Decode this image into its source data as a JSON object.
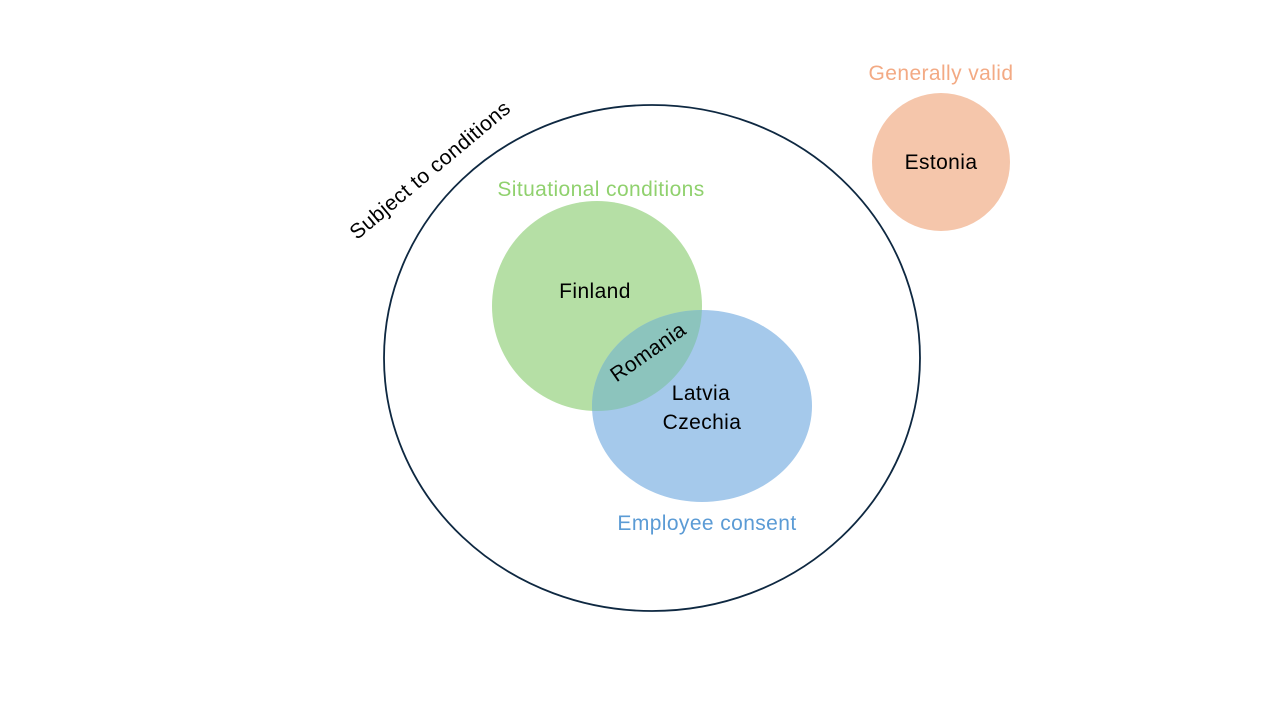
{
  "page": {
    "background": "#FFFFFF"
  },
  "diagram": {
    "type": "euler-venn",
    "outer": {
      "label": "Subject to conditions",
      "label_color": "#000000",
      "stroke": "#0E2841",
      "members_note": "contains situational, consent and overlap sets"
    },
    "situational": {
      "label": "Situational conditions",
      "label_color": "#90D16E",
      "fill": "#B5DFA5",
      "member": "Finland"
    },
    "consent": {
      "label": "Employee consent",
      "label_color": "#5B9BD5",
      "fill": "#A5C9EB",
      "members": [
        "Latvia",
        "Czechia"
      ]
    },
    "overlap": {
      "fill": "#8CC4BD",
      "member": "Romania"
    },
    "generally": {
      "label": "Generally valid",
      "label_color": "#F3AA84",
      "fill": "#F5C6AB",
      "member": "Estonia"
    },
    "country_text_color": "#000000"
  }
}
